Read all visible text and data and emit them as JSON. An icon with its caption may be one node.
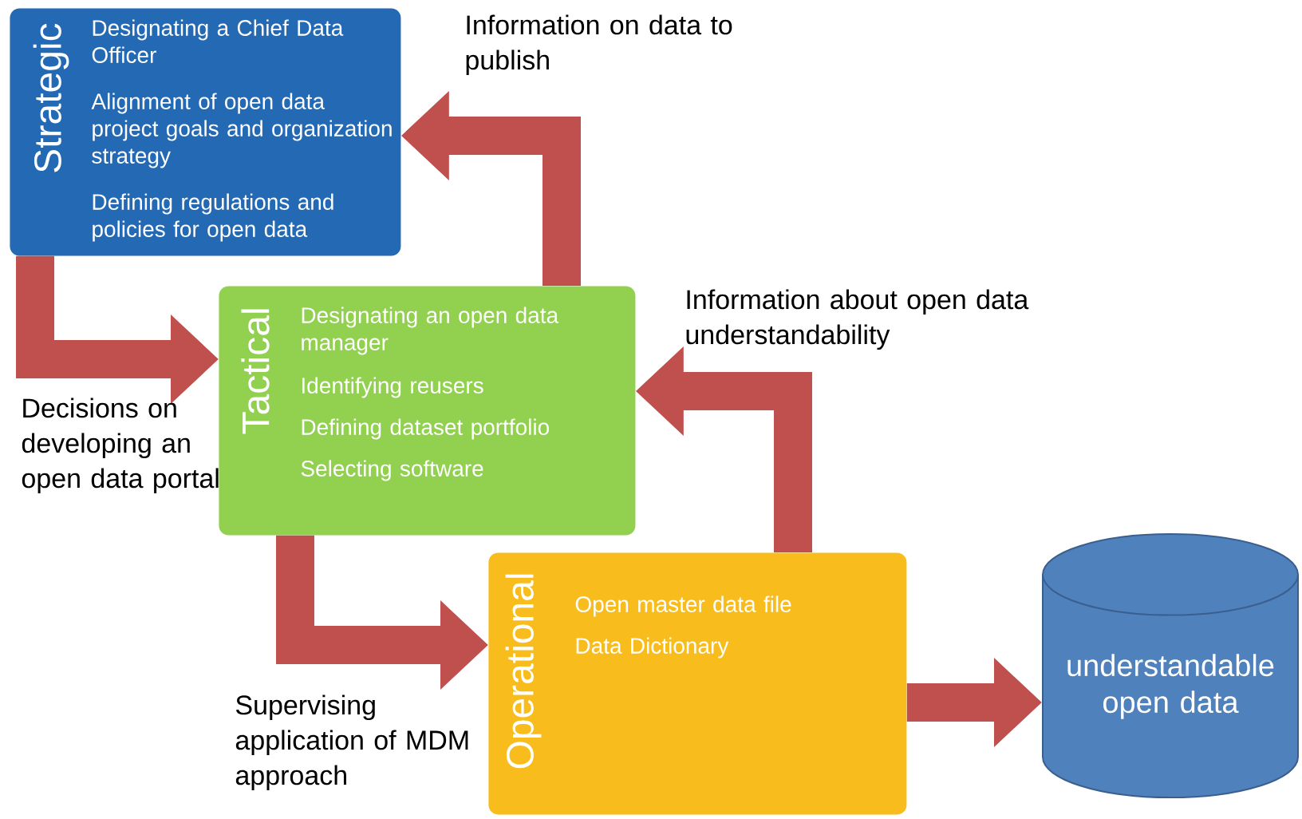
{
  "diagram": {
    "nodes": [
      {
        "text": [
          "Strategic",
          "Designating a Chief Data Officer",
          "Alignment of open data project goals and organization strategy",
          "Defining regulations and policies for open data"
        ]
      },
      {
        "text": [
          "Tactical",
          "Designating an open data manager",
          "Identifying reusers",
          "Defining dataset portfolio",
          "Selecting software"
        ]
      },
      {
        "text": [
          "Operational",
          "Open master data file",
          "Data Dictionary"
        ]
      },
      {
        "text": [
          "understandable open data"
        ]
      }
    ],
    "edges": [
      {
        "from": 0,
        "to": 1,
        "arrow": "to",
        "label": "Decisions on developing an open data portal"
      },
      {
        "from": 1,
        "to": 0,
        "arrow": "to",
        "label": "Information on data to publish"
      },
      {
        "from": 2,
        "to": 1,
        "arrow": "to",
        "label": "Information about open data understandability"
      },
      {
        "from": 1,
        "to": 2,
        "arrow": "to",
        "label": "Supervising application of MDM approach"
      },
      {
        "from": 2,
        "to": 3,
        "arrow": "to"
      }
    ]
  }
}
